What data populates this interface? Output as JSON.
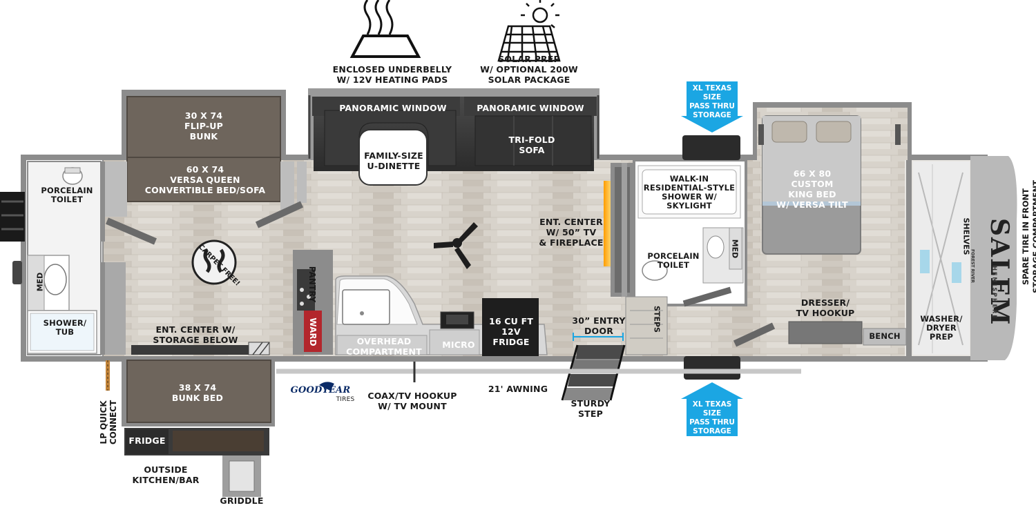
{
  "features": {
    "underbelly": "ENCLOSED UNDERBELLY\nW/ 12V HEATING PADS",
    "solar": "SOLAR PREP\nW/ OPTIONAL 200W\nSOLAR PACKAGE"
  },
  "storage": {
    "top": "XL TEXAS SIZE\nPASS THRU\nSTORAGE",
    "bottom": "XL TEXAS SIZE\nPASS THRU\nSTORAGE"
  },
  "rooms": {
    "flip_up_bunk": "30 X 74\nFLIP-UP\nBUNK",
    "versa_queen": "60 X 74\nVERSA QUEEN\nCONVERTIBLE BED/SOFA",
    "porcelain_toilet_rear": "PORCELAIN\nTOILET",
    "med_rear": "MED",
    "shower_tub": "SHOWER/\nTUB",
    "carpet_free": "CARPET FREE!",
    "ent_center_storage": "ENT. CENTER W/\nSTORAGE BELOW",
    "bunk_bed": "38 X 74\nBUNK BED",
    "fridge_outside": "FRIDGE",
    "outside_kitchen": "OUTSIDE\nKITCHEN/BAR",
    "griddle": "GRIDDLE",
    "lp_quick_connect": "LP QUICK\nCONNECT",
    "panoramic_window_1": "PANORAMIC WINDOW",
    "panoramic_window_2": "PANORAMIC WINDOW",
    "u_dinette": "FAMILY-SIZE\nU-DINETTE",
    "tri_fold_sofa": "TRI-FOLD\nSOFA",
    "pantry": "PANTRY",
    "ward": "WARD",
    "overhead_compartment": "OVERHEAD\nCOMPARTMENT",
    "micro": "MICRO",
    "fridge_12v": "16 CU FT\n12V\nFRIDGE",
    "ent_center_tv": "ENT. CENTER\nW/ 50” TV\n& FIREPLACE",
    "entry_door": "30” ENTRY\nDOOR",
    "steps": "STEPS",
    "sturdy_step": "STURDY\nSTEP",
    "walk_in_shower": "WALK-IN\nRESIDENTIAL-STYLE\nSHOWER W/\nSKYLIGHT",
    "porcelain_toilet_front": "PORCELAIN\nTOILET",
    "med_front": "MED",
    "king_bed": "66 X 80\nCUSTOM\nKING BED\nW/ VERSA TILT",
    "dresser": "DRESSER/\nTV HOOKUP",
    "bench": "BENCH",
    "shelves": "SHELVES",
    "washer_dryer": "WASHER/\nDRYER\nPREP",
    "spare_tire": "SPARE TIRE IN FRONT\nSTORAGE COMPARTMENT"
  },
  "exterior": {
    "coax": "COAX/TV HOOKUP\nW/ TV MOUNT",
    "awning": "21' AWNING",
    "tire_brand": "GOODYEAR",
    "tire_sub": "TIRES"
  },
  "branding": {
    "name": "SALEM",
    "sub": "HEMISPHERE",
    "tag": "FOREST RIVER"
  },
  "colors": {
    "accent_blue": "#1ba6e3",
    "bed_brown": "#6e655c",
    "floor": "#d9d4cd",
    "wall": "#8c8c8c"
  }
}
